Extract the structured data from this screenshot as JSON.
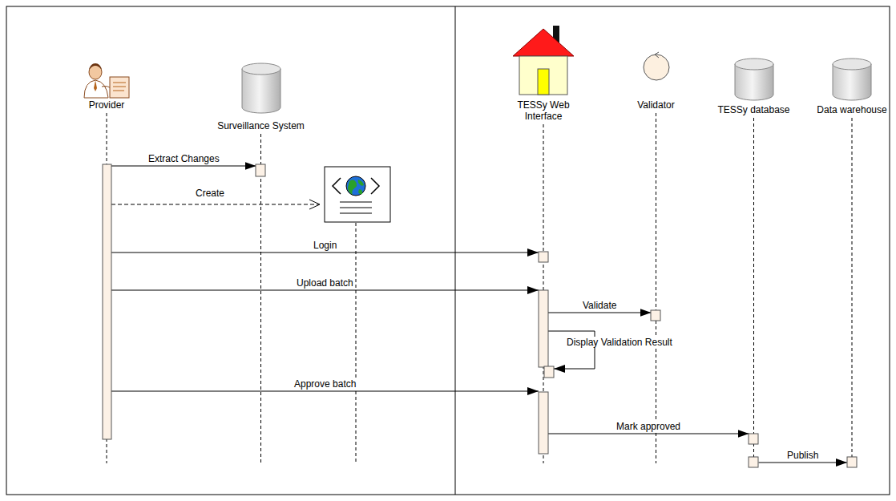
{
  "diagram": {
    "nodes": [
      {
        "text": [
          "Provider"
        ]
      },
      {
        "text": [
          "Surveillance System"
        ]
      },
      {
        "text": [
          "TESSy Web Interface"
        ]
      },
      {
        "text": [
          "Validator"
        ]
      },
      {
        "text": [
          "TESSy database"
        ]
      },
      {
        "text": [
          "Data warehouse"
        ]
      }
    ],
    "edges": [
      {
        "from": 0,
        "to": 1,
        "label": "Extract Changes",
        "arrow": "to"
      },
      {
        "from": 0,
        "to": 2,
        "label": "Login",
        "arrow": "to"
      },
      {
        "from": 0,
        "to": 2,
        "label": "Upload batch",
        "arrow": "to"
      },
      {
        "from": 2,
        "to": 3,
        "label": "Validate",
        "arrow": "to"
      },
      {
        "from": 2,
        "to": 2,
        "label": "Display Validation Result",
        "arrow": "to"
      },
      {
        "from": 0,
        "to": 2,
        "label": "Approve batch",
        "arrow": "to"
      },
      {
        "from": 2,
        "to": 4,
        "label": "Mark approved",
        "arrow": "to"
      },
      {
        "from": 4,
        "to": 5,
        "label": "Publish",
        "arrow": "to"
      }
    ],
    "labels": [
      "Create"
    ]
  }
}
